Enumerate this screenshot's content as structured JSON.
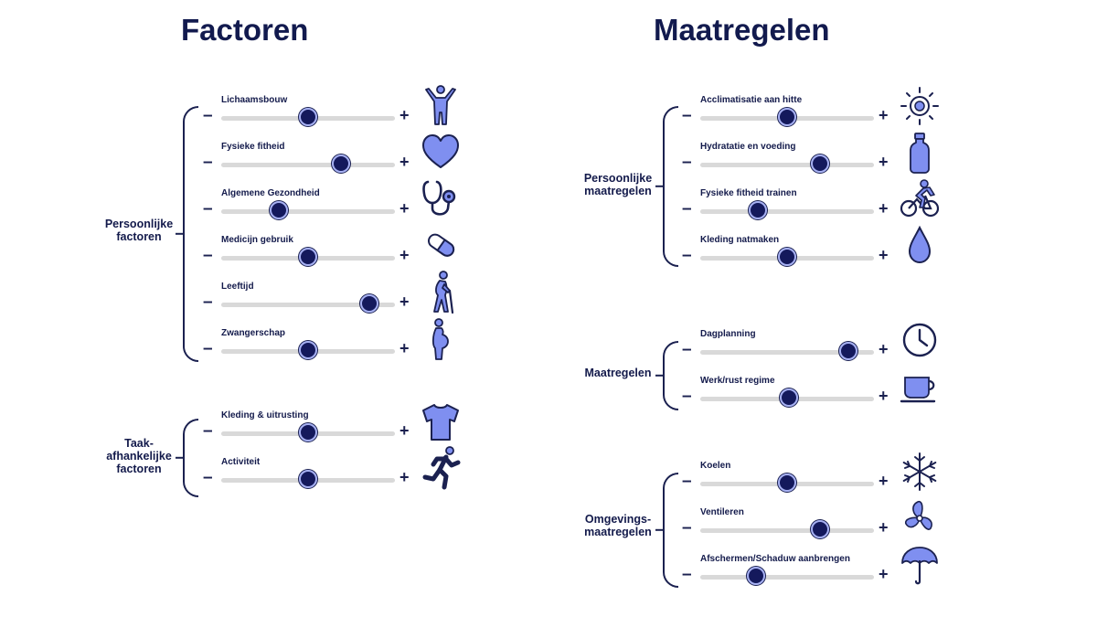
{
  "titles": {
    "left": "Factoren",
    "right": "Maatregelen"
  },
  "controls": {
    "minus": "–",
    "plus": "+"
  },
  "colors": {
    "navy": "#1b2150",
    "icon_fill": "#7f8ff0",
    "track": "#d9d9d9",
    "thumb_ring": "#a7b1f3"
  },
  "left": {
    "groups": [
      {
        "label": "Persoonlijke\nfactoren",
        "items": [
          {
            "label": "Lichaamsbouw",
            "level": 0.5,
            "icon": "person-arms-up-icon"
          },
          {
            "label": "Fysieke fitheid",
            "level": 0.69,
            "icon": "heart-icon"
          },
          {
            "label": "Algemene Gezondheid",
            "level": 0.33,
            "icon": "stethoscope-icon"
          },
          {
            "label": "Medicijn gebruik",
            "level": 0.5,
            "icon": "pill-icon"
          },
          {
            "label": "Leeftijd",
            "level": 0.85,
            "icon": "elderly-person-icon"
          },
          {
            "label": "Zwangerschap",
            "level": 0.5,
            "icon": "pregnant-woman-icon"
          }
        ]
      },
      {
        "label": "Taak-\nafhankelijke\nfactoren",
        "items": [
          {
            "label": "Kleding & uitrusting",
            "level": 0.5,
            "icon": "tshirt-icon"
          },
          {
            "label": "Activiteit",
            "level": 0.5,
            "icon": "running-person-icon"
          }
        ]
      }
    ]
  },
  "right": {
    "groups": [
      {
        "label": "Persoonlijke\nmaatregelen",
        "items": [
          {
            "label": "Acclimatisatie aan hitte",
            "level": 0.5,
            "icon": "sun-icon"
          },
          {
            "label": "Hydratatie en voeding",
            "level": 0.69,
            "icon": "bottle-icon"
          },
          {
            "label": "Fysieke fitheid trainen",
            "level": 0.33,
            "icon": "cyclist-icon"
          },
          {
            "label": "Kleding natmaken",
            "level": 0.5,
            "icon": "water-drop-icon"
          }
        ]
      },
      {
        "label": "Maatregelen",
        "items": [
          {
            "label": "Dagplanning",
            "level": 0.85,
            "icon": "clock-icon"
          },
          {
            "label": "Werk/rust regime",
            "level": 0.51,
            "icon": "coffee-cup-icon"
          }
        ]
      },
      {
        "label": "Omgevings-\nmaatregelen",
        "items": [
          {
            "label": "Koelen",
            "level": 0.5,
            "icon": "snowflake-icon"
          },
          {
            "label": "Ventileren",
            "level": 0.69,
            "icon": "fan-icon"
          },
          {
            "label": "Afschermen/Schaduw aanbrengen",
            "level": 0.32,
            "icon": "umbrella-icon"
          }
        ]
      }
    ]
  }
}
